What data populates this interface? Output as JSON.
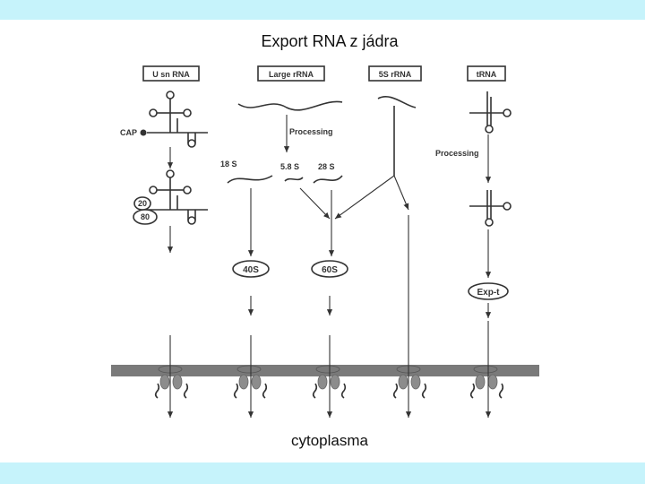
{
  "title": "Export RNA z jádra",
  "footer": "cytoplasma",
  "columns": {
    "usn": "U sn RNA",
    "large": "Large rRNA",
    "r5s": "5S rRNA",
    "trna": "tRNA"
  },
  "labels": {
    "cap": "CAP",
    "processing": "Processing",
    "s18": "18 S",
    "s58": "5.8 S",
    "s28": "28 S",
    "cbc20": "20",
    "cbc80": "80",
    "p40s": "40S",
    "p60s": "60S",
    "expt": "Exp-t"
  },
  "colors": {
    "frame": "#c6f3fb",
    "ink": "#333333",
    "membrane": "#7a7a7a"
  }
}
